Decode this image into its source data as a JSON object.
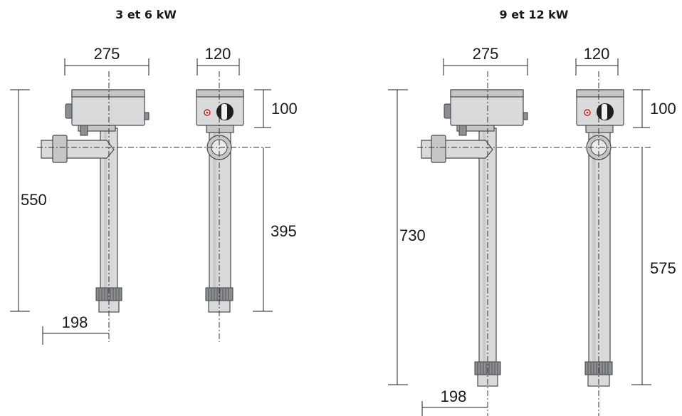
{
  "figures": [
    {
      "title": "3 et 6 kW",
      "dims": {
        "width_top": "275",
        "width_side": "120",
        "box_height": "100",
        "total_height": "550",
        "tube_length": "395",
        "offset": "198"
      }
    },
    {
      "title": "9 et 12 kW",
      "dims": {
        "width_top": "275",
        "width_side": "120",
        "box_height": "100",
        "total_height": "730",
        "tube_length": "575",
        "offset": "198"
      }
    }
  ],
  "colors": {
    "body": "#d9dadb",
    "shade": "#c4c6c8",
    "dark": "#8c8f92",
    "indicator": "#d21e1e",
    "line": "#222222"
  }
}
